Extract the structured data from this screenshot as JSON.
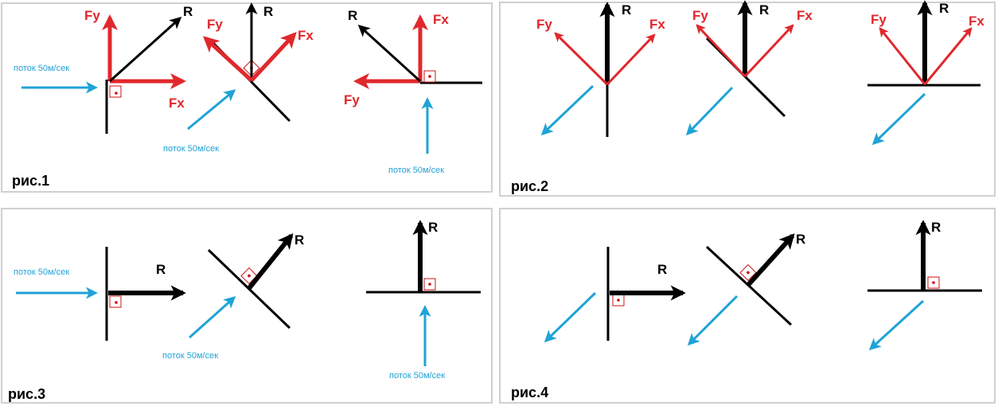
{
  "colors": {
    "force_red": "#e0282c",
    "flow_blue": "#1fa3d6",
    "ink": "#000000",
    "frame": "#d0d0d0",
    "right_angle_mark": "#d01010"
  },
  "labels": {
    "fy": "Fy",
    "fx": "Fx",
    "r": "R",
    "flow": "поток 50м/сек"
  },
  "captions": {
    "fig1": "рис.1",
    "fig2": "рис.2",
    "fig3": "рис.3",
    "fig4": "рис.4"
  }
}
